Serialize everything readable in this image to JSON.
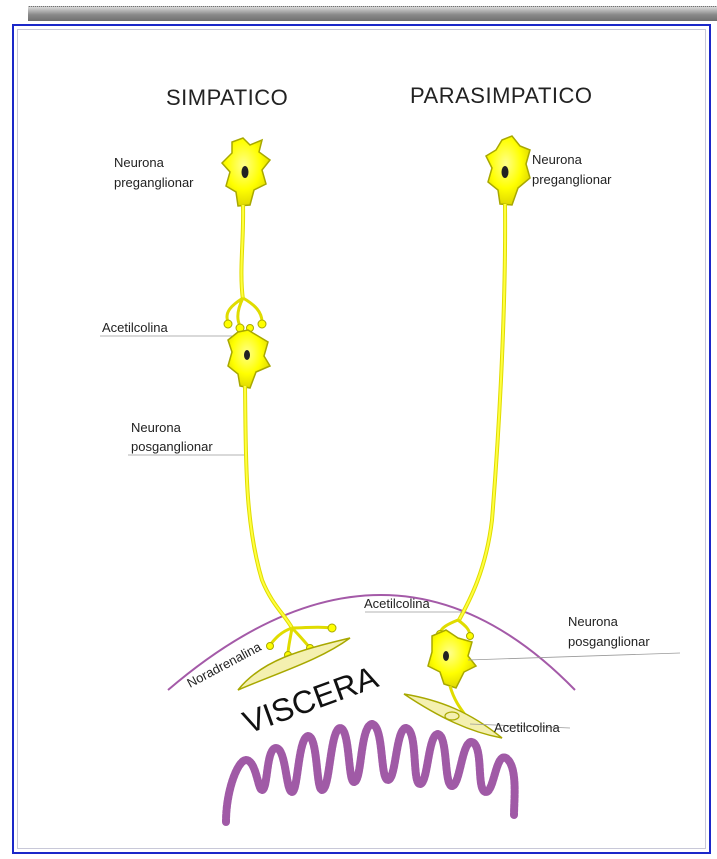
{
  "headings": {
    "sympathetic": "SIMPATICO",
    "parasympathetic": "PARASIMPATICO"
  },
  "labels": {
    "sym_pre_line1": "Neurona",
    "sym_pre_line2": "preganglionar",
    "sym_ach": "Acetilcolina",
    "sym_post_line1": "Neurona",
    "sym_post_line2": "posganglionar",
    "sym_noradrenaline": "Noradrenalina",
    "para_pre_line1": "Neurona",
    "para_pre_line2": "preganglionar",
    "para_ach_top": "Acetilcolina",
    "para_post_line1": "Neurona",
    "para_post_line2": "posganglionar",
    "para_ach_bottom": "Acetilcolina",
    "organ": "VISCERA"
  },
  "colors": {
    "neuron_fill": "#ffff00",
    "neuron_stroke": "#a8a800",
    "frame_border": "#1b28c9",
    "organ_outline": "#a45aa8",
    "mucosa": "#a05aa6",
    "leader_line": "#9a9a9a"
  },
  "icons": {
    "neuron": "neuron-cell-icon",
    "mucosa": "intestinal-mucosa-icon"
  }
}
